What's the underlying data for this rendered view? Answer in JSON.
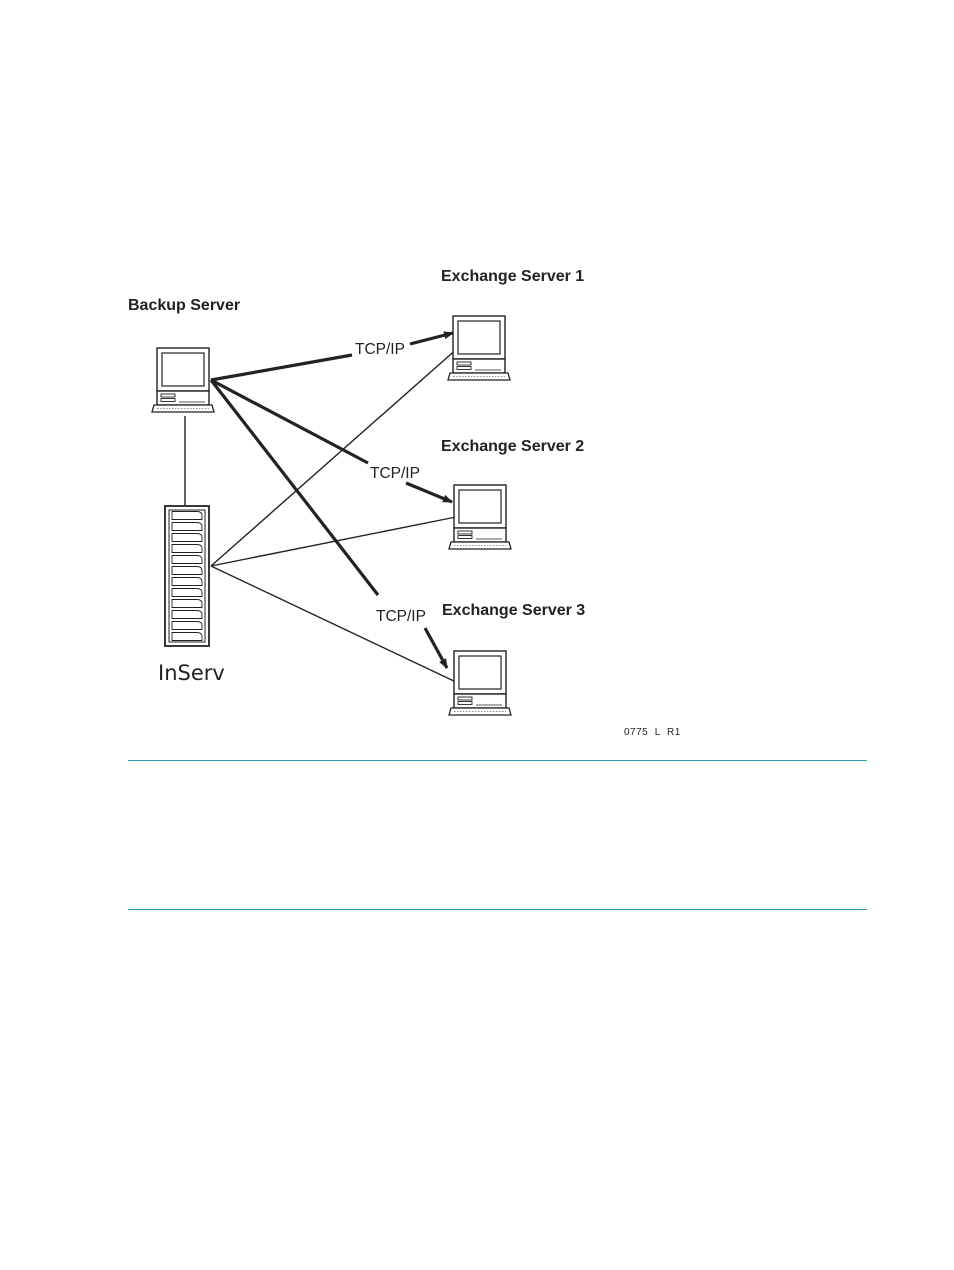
{
  "diagram": {
    "nodes": {
      "backup_server": {
        "label": "Backup Server"
      },
      "exchange_server_1": {
        "label": "Exchange Server 1"
      },
      "exchange_server_2": {
        "label": "Exchange Server 2"
      },
      "exchange_server_3": {
        "label": "Exchange Server 3"
      },
      "inserv": {
        "label": "InServ"
      }
    },
    "edges": [
      {
        "from": "backup_server",
        "to": "exchange_server_1",
        "label": "TCP/IP",
        "arrow": true
      },
      {
        "from": "backup_server",
        "to": "exchange_server_2",
        "label": "TCP/IP",
        "arrow": true
      },
      {
        "from": "backup_server",
        "to": "exchange_server_3",
        "label": "TCP/IP",
        "arrow": true
      },
      {
        "from": "backup_server",
        "to": "inserv",
        "label": "",
        "arrow": false
      },
      {
        "from": "inserv",
        "to": "exchange_server_1",
        "label": "",
        "arrow": false
      },
      {
        "from": "inserv",
        "to": "exchange_server_2",
        "label": "",
        "arrow": false
      },
      {
        "from": "inserv",
        "to": "exchange_server_3",
        "label": "",
        "arrow": false
      }
    ],
    "figure_ref": "0775  L  R1"
  }
}
